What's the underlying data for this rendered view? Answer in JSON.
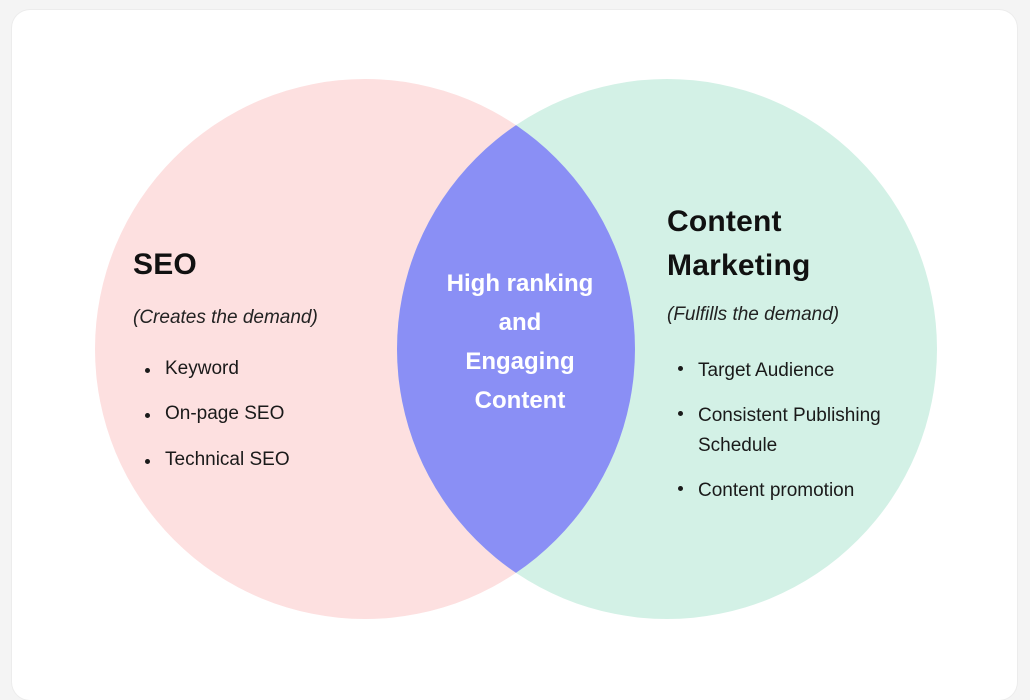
{
  "colors": {
    "seo_circle": "#fde0e0",
    "content_circle": "#d3f1e6",
    "overlap": "#8a8ff5",
    "text": "#111111",
    "overlap_text": "#ffffff"
  },
  "seo": {
    "title": "SEO",
    "subtitle": "(Creates the demand)",
    "items": [
      "Keyword",
      "On-page SEO",
      "Technical SEO"
    ]
  },
  "content_marketing": {
    "title_line1": "Content",
    "title_line2": "Marketing",
    "subtitle": "(Fulfills the demand)",
    "items": [
      "Target Audience",
      "Consistent Publishing Schedule",
      "Content promotion"
    ]
  },
  "overlap": {
    "lines": [
      "High ranking",
      "and",
      "Engaging",
      "Content"
    ]
  }
}
